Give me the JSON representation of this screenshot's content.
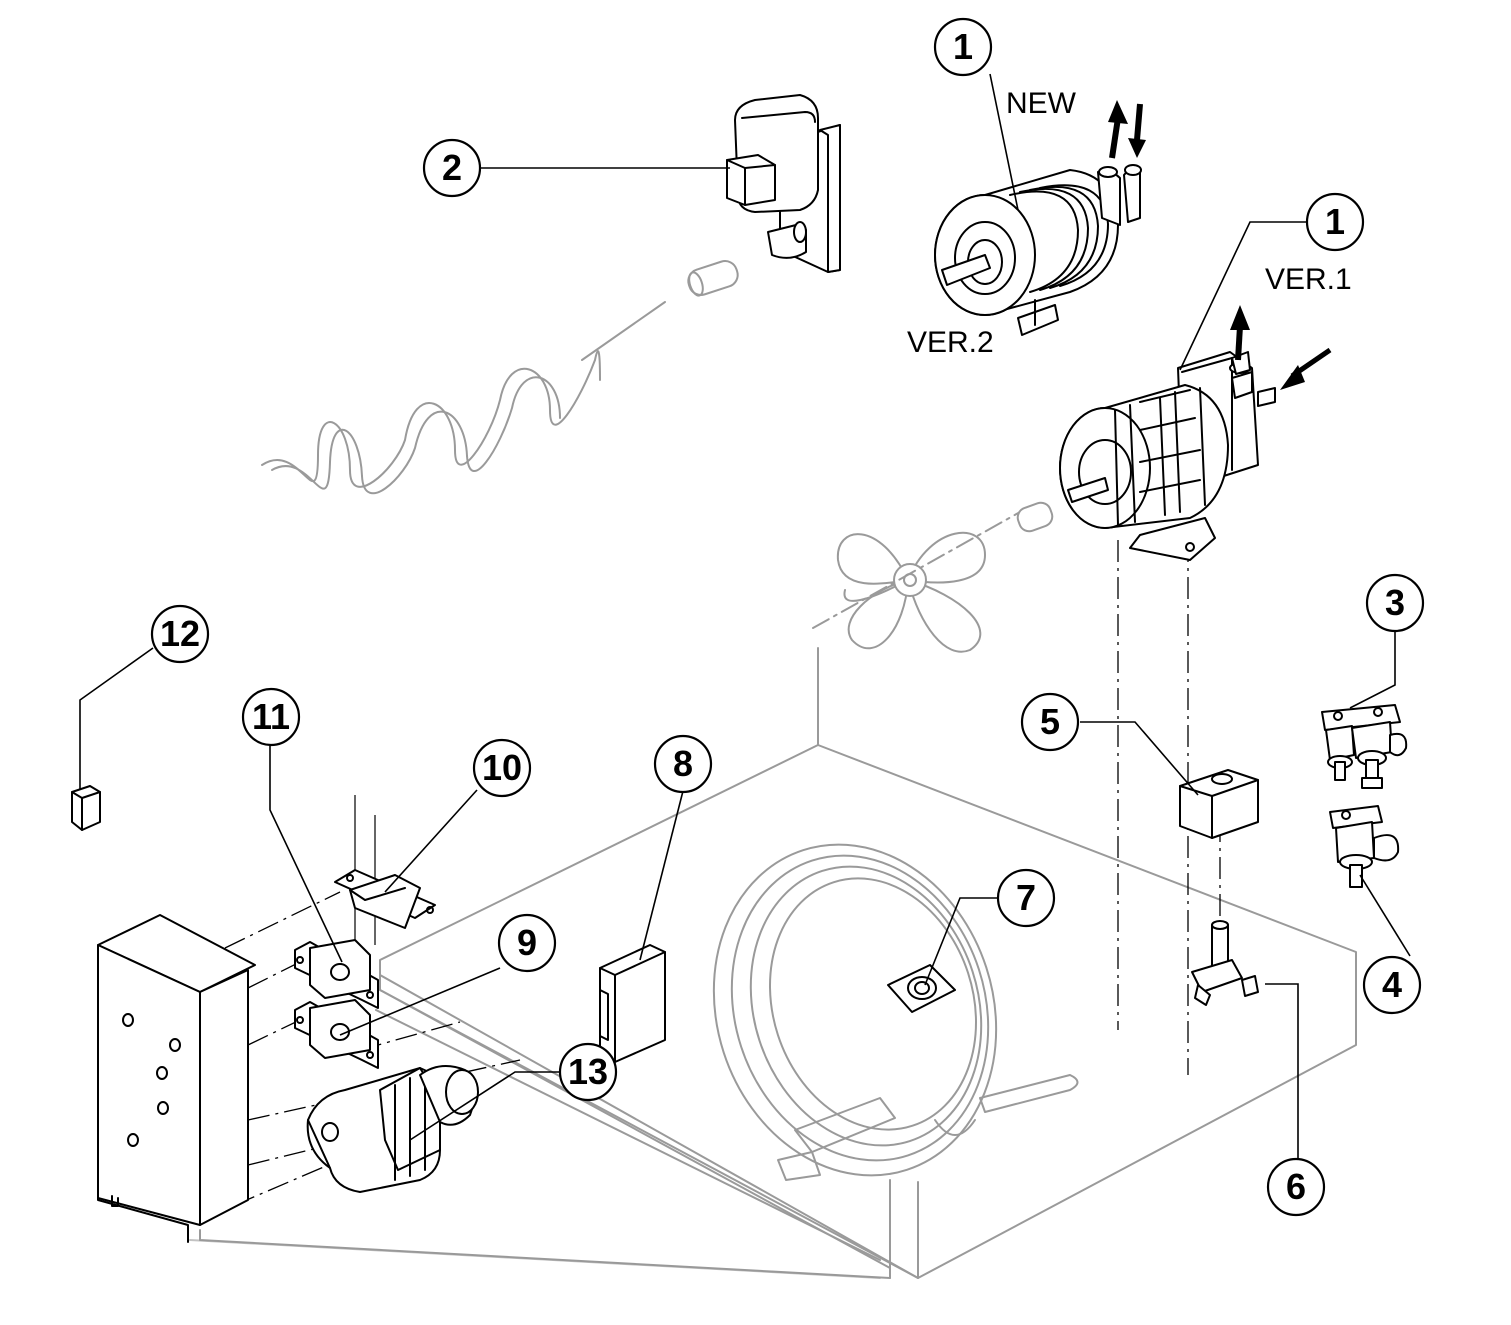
{
  "labels": {
    "new": "NEW",
    "ver1": "VER.1",
    "ver2": "VER.2"
  },
  "callouts": [
    "1",
    "1",
    "2",
    "3",
    "4",
    "5",
    "6",
    "7",
    "8",
    "9",
    "10",
    "11",
    "12",
    "13"
  ],
  "colors": {
    "ink": "#000000",
    "ghost_outline": "#9a9a9a",
    "background": "#ffffff"
  }
}
